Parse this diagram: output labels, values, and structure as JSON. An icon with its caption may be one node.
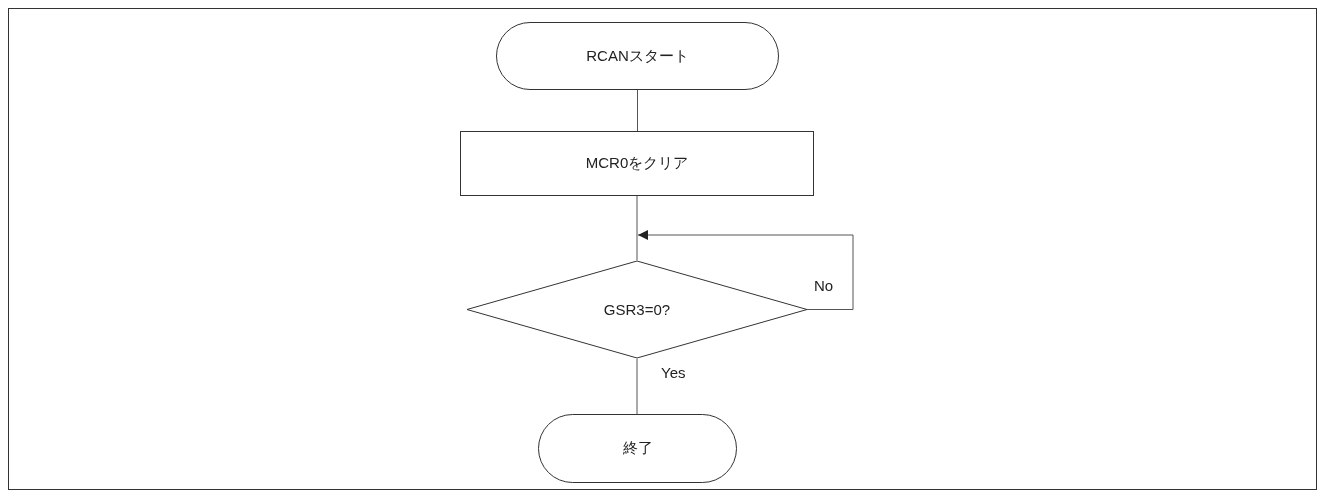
{
  "diagram": {
    "nodes": [
      {
        "text": [
          "RCANスタート"
        ]
      },
      {
        "text": [
          "MCR0をクリア"
        ]
      },
      {
        "text": [
          "GSR3=0?"
        ]
      },
      {
        "text": [
          "終了"
        ]
      }
    ],
    "edges": [
      {
        "from": 0,
        "to": 1,
        "arrow": "none"
      },
      {
        "from": 1,
        "to": 2,
        "arrow": "none"
      },
      {
        "from": 2,
        "to": 2,
        "arrow": "to",
        "label": "No"
      },
      {
        "from": 2,
        "to": 3,
        "arrow": "none",
        "label": "Yes"
      }
    ]
  }
}
